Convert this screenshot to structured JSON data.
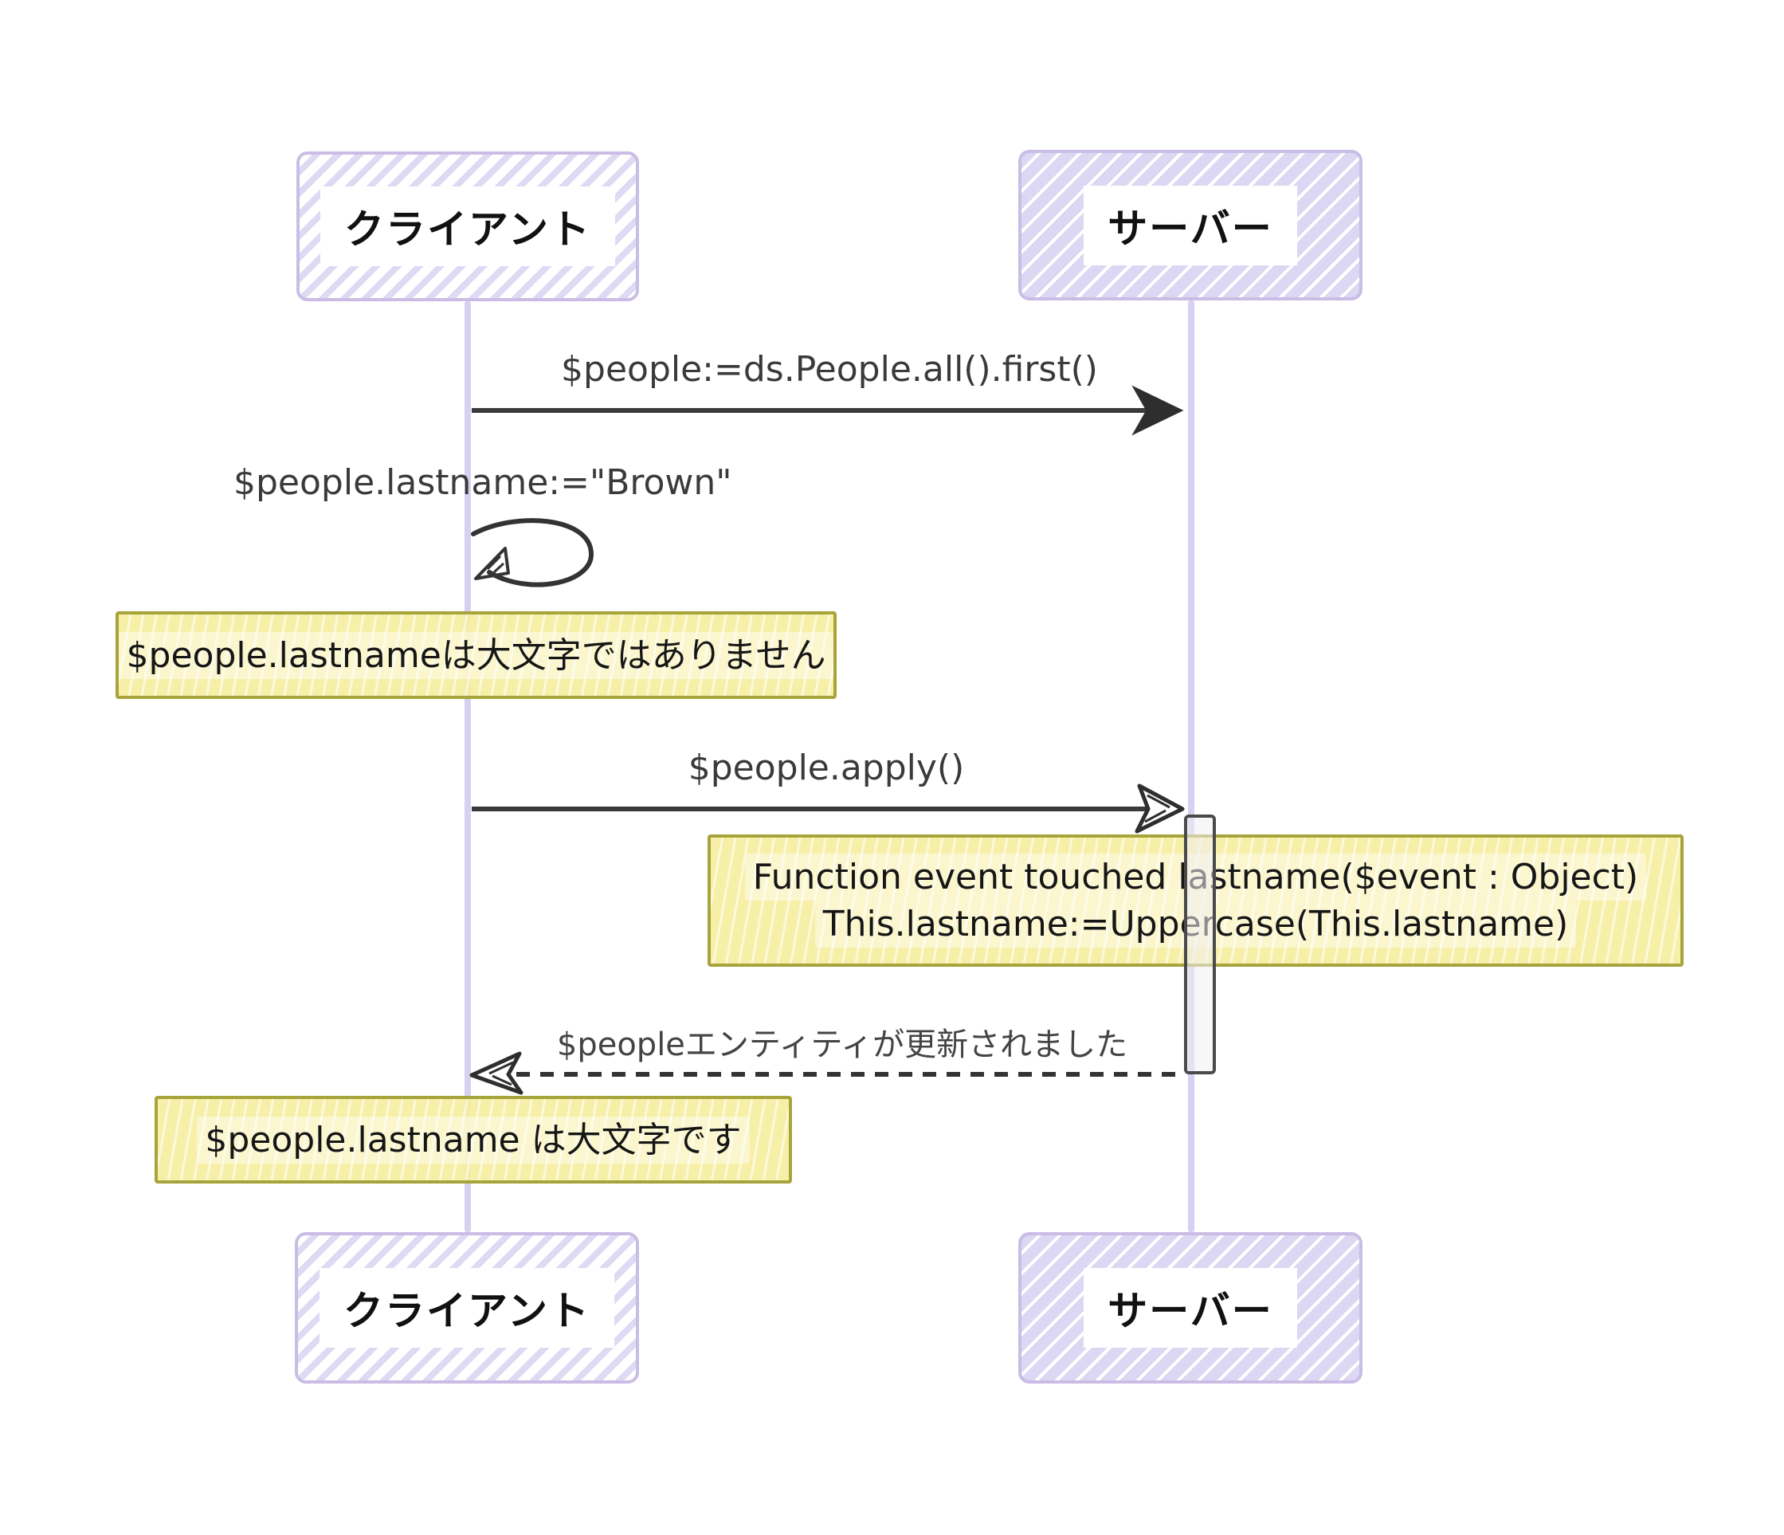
{
  "actors": {
    "client": "クライアント",
    "server": "サーバー"
  },
  "messages": {
    "m1": {
      "label": "$people:=ds.People.all().first()"
    },
    "m2": {
      "label": "$people.lastname:=\"Brown\""
    },
    "m3": {
      "label": "$people.apply()"
    },
    "m4": {
      "label": "$peopleエンティティが更新されました"
    }
  },
  "notes": {
    "n1": {
      "text": "$people.lastnameは大文字ではありません"
    },
    "n2": {
      "line1": "Function event touched lastname($event : Object)",
      "line2": "This.lastname:=Uppercase(This.lastname)"
    },
    "n3": {
      "text": "$people.lastname は大文字です"
    }
  },
  "colors": {
    "lifeline": "#D8D0F0",
    "actor_border": "#C9BDE6",
    "actor_hatch": "#DCD7F2",
    "note_border": "#A6A43B",
    "note_fill": "#F6EEA0",
    "message_line": "#3A3A3A",
    "activation_fill": "#F0EFF3",
    "activation_border": "#4A4A4A"
  }
}
